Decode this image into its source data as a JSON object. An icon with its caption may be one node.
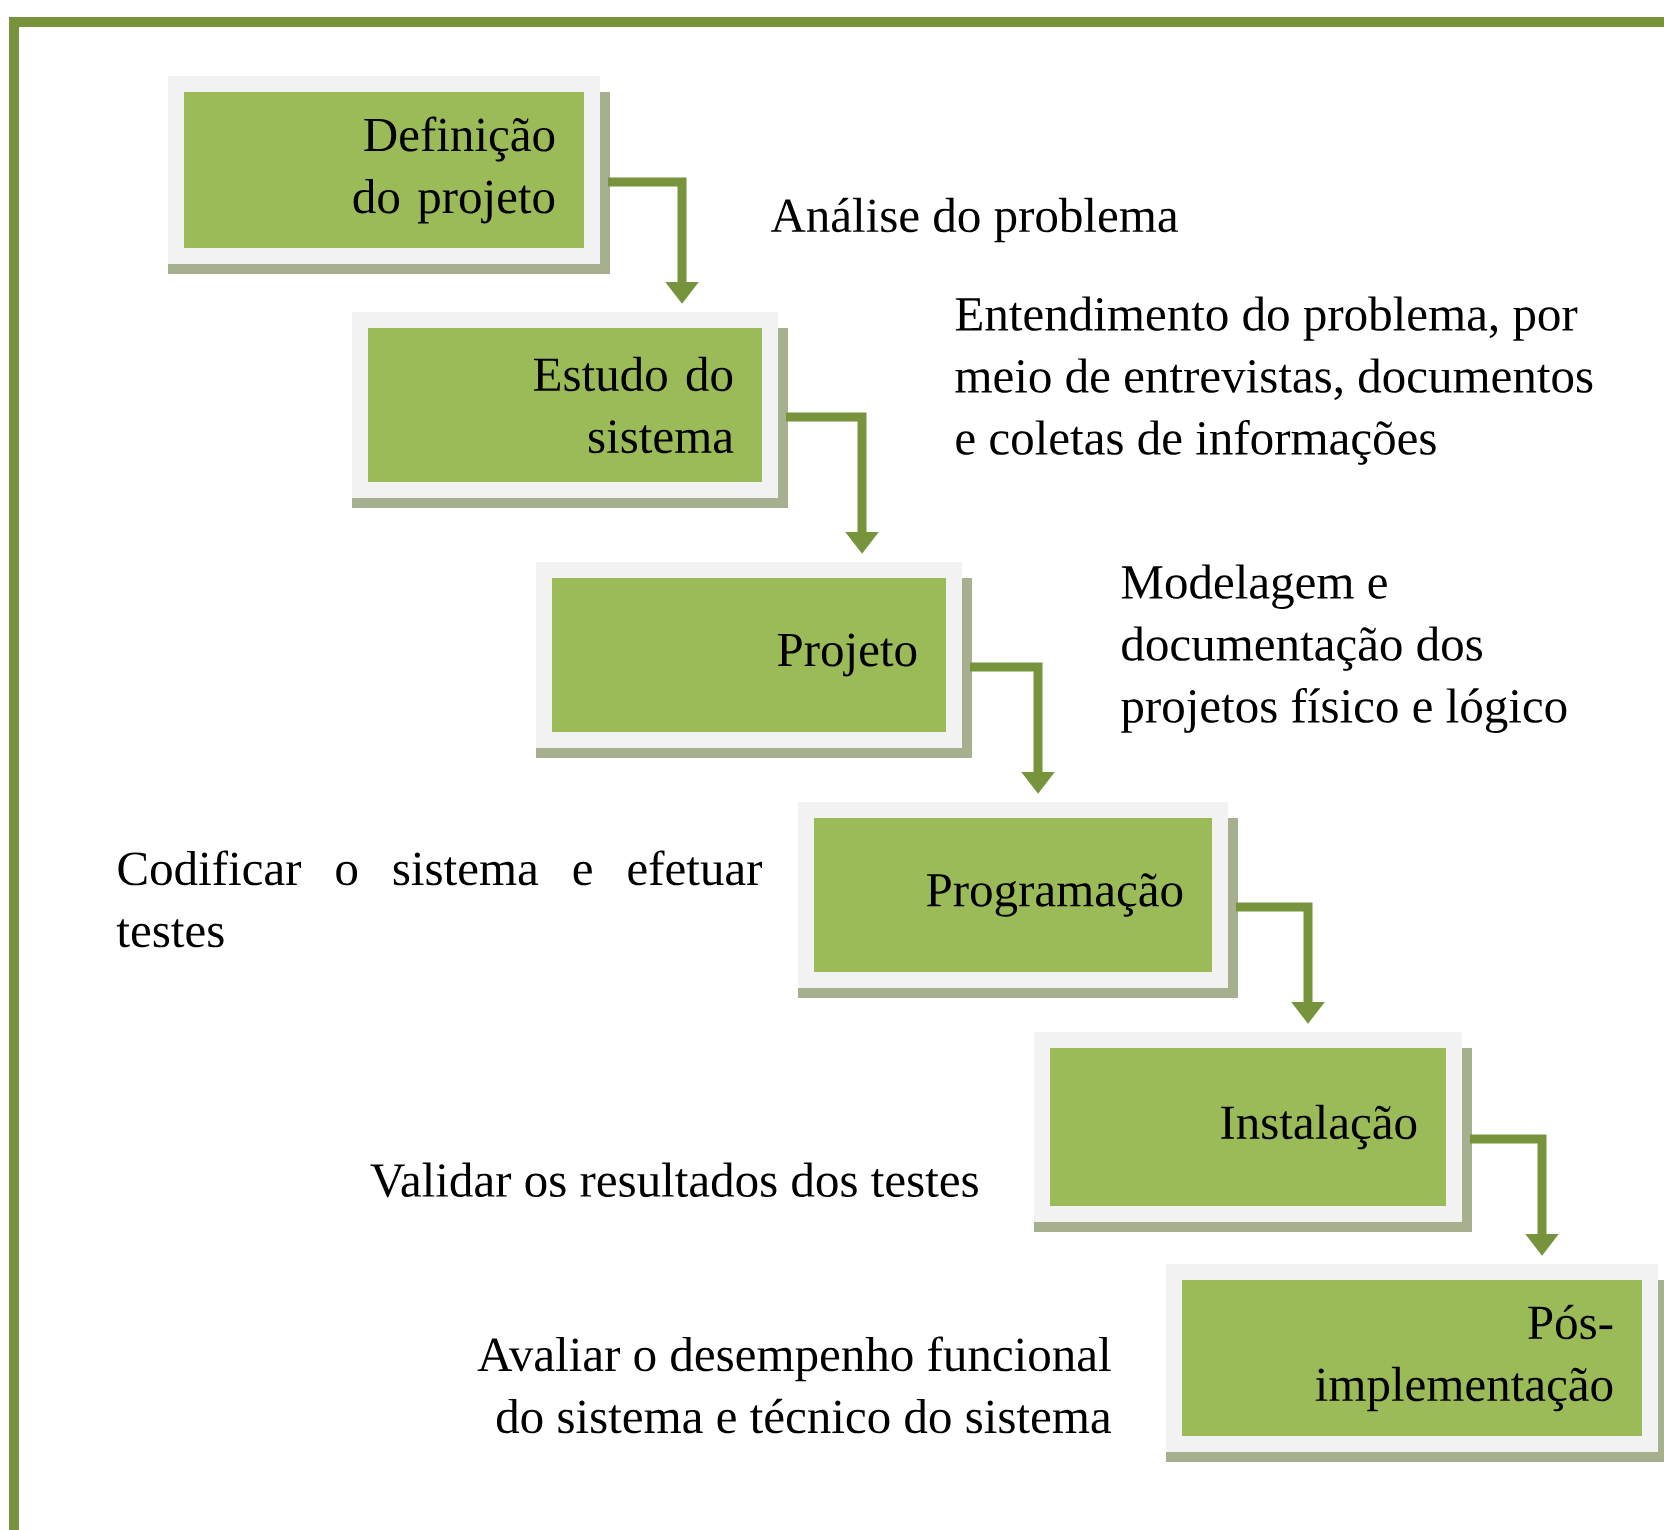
{
  "diagram": {
    "nodes": [
      {
        "text": [
          "Definição do projeto"
        ]
      },
      {
        "text": [
          "Estudo do sistema"
        ]
      },
      {
        "text": [
          "Projeto"
        ]
      },
      {
        "text": [
          "Programação"
        ]
      },
      {
        "text": [
          "Instalação"
        ]
      },
      {
        "text": [
          "Pós-implementação"
        ]
      }
    ],
    "edges": [
      {
        "from": 0,
        "to": 1,
        "arrow": "to"
      },
      {
        "from": 1,
        "to": 2,
        "arrow": "to"
      },
      {
        "from": 2,
        "to": 3,
        "arrow": "to"
      },
      {
        "from": 3,
        "to": 4,
        "arrow": "to"
      },
      {
        "from": 4,
        "to": 5,
        "arrow": "to"
      }
    ],
    "labels": [
      "Análise do problema",
      "Entendimento do problema, por meio de entrevistas, documentos e coletas de informações",
      "Modelagem e documentação dos projetos físico e lógico",
      "Codificar o sistema e efetuar testes",
      "Validar os resultados dos testes",
      "Avaliar o desempenho funcional do sistema e técnico do sistema"
    ]
  }
}
